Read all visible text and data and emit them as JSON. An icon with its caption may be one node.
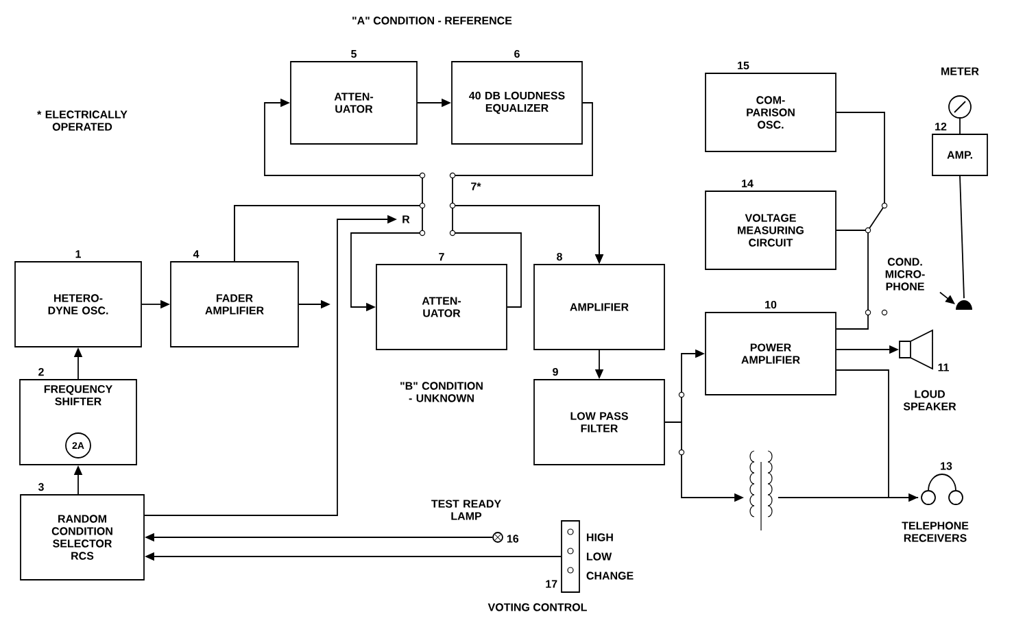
{
  "diagram": {
    "nodes": [
      {
        "text": [
          "HETERO- DYNE OSC."
        ],
        "beside": [
          "1"
        ]
      },
      {
        "text": [
          "FREQUENCY SHIFTER"
        ],
        "beside": [
          "2"
        ]
      },
      {
        "text": [
          "2A"
        ],
        "in": 1
      },
      {
        "text": [
          "RANDOM CONDITION SELECTOR RCS"
        ],
        "beside": [
          "3"
        ]
      },
      {
        "text": [
          "FADER AMPLIFIER"
        ],
        "beside": [
          "4"
        ]
      },
      {
        "text": [
          "ATTEN- UATOR"
        ],
        "beside": [
          "5"
        ]
      },
      {
        "text": [
          "40 DB LOUDNESS EQUALIZER"
        ],
        "beside": [
          "6"
        ]
      },
      {
        "text": [
          "ATTEN- UATOR"
        ],
        "beside": [
          "7"
        ]
      },
      {
        "text": [
          "AMPLIFIER"
        ],
        "beside": [
          "8"
        ]
      },
      {
        "text": [
          "LOW PASS FILTER"
        ],
        "beside": [
          "9"
        ]
      },
      {
        "text": [
          "COM- PARISON OSC."
        ],
        "beside": [
          "15"
        ]
      },
      {
        "text": [
          "VOLTAGE MEASURING CIRCUIT"
        ],
        "beside": [
          "14"
        ]
      },
      {
        "text": [
          "AMP."
        ],
        "beside": [
          "12"
        ]
      },
      {
        "text": [],
        "shape": "meter",
        "beside": [
          "METER"
        ]
      },
      {
        "text": [
          "POWER AMPLIFIER"
        ],
        "beside": [
          "10"
        ]
      },
      {
        "text": [],
        "shape": "speaker",
        "beside": [
          "11",
          "LOUD SPEAKER"
        ]
      },
      {
        "text": [],
        "shape": "microphone"
      },
      {
        "text": [
          "COND. MICRO- PHONE"
        ]
      },
      {
        "text": [],
        "shape": "headphones",
        "beside": [
          "13",
          "TELEPHONE RECEIVERS"
        ]
      },
      {
        "text": [],
        "shape": "transformer"
      },
      {
        "text": [],
        "shape": "lamp",
        "beside": [
          "TEST READY LAMP",
          "16"
        ]
      },
      {
        "text": [],
        "shape": "box",
        "beside": [
          "HIGH",
          "LOW",
          "CHANGE",
          "17",
          "VOTING CONTROL"
        ]
      },
      {
        "text": [
          "R"
        ]
      }
    ],
    "edges": [
      {
        "from": 0,
        "to": 4,
        "arrow": "to"
      },
      {
        "from": 1,
        "to": 0,
        "arrow": "to"
      },
      {
        "from": 3,
        "to": 1,
        "arrow": "to"
      },
      {
        "from": 4,
        "to": null,
        "arrow": "to"
      },
      {
        "from": 3,
        "to": 22,
        "arrow": "to"
      },
      {
        "from": 4,
        "to": 5,
        "arrow": "to"
      },
      {
        "from": 5,
        "to": 6,
        "arrow": "to"
      },
      {
        "from": 6,
        "to": 8,
        "arrow": "to"
      },
      {
        "from": 4,
        "to": 7,
        "arrow": "to"
      },
      {
        "from": 7,
        "to": 8,
        "arrow": "to"
      },
      {
        "from": 8,
        "to": 9,
        "arrow": "to"
      },
      {
        "from": 9,
        "to": 14,
        "arrow": "to"
      },
      {
        "from": 9,
        "to": 19,
        "arrow": "to"
      },
      {
        "from": 19,
        "to": 18,
        "arrow": "to"
      },
      {
        "from": 14,
        "to": 15,
        "arrow": "to"
      },
      {
        "from": 14,
        "to": 18,
        "arrow": "none"
      },
      {
        "from": 10,
        "to": 11,
        "arrow": "none"
      },
      {
        "from": 11,
        "to": 14,
        "arrow": "none"
      },
      {
        "from": 16,
        "to": 12,
        "arrow": "none"
      },
      {
        "from": 12,
        "to": 13,
        "arrow": "none"
      },
      {
        "from": 17,
        "to": 16,
        "arrow": "to"
      },
      {
        "from": 20,
        "to": 3,
        "arrow": "to"
      },
      {
        "from": 21,
        "to": 3,
        "arrow": "to"
      }
    ],
    "labels": [
      "\"A\" CONDITION - REFERENCE",
      "* ELECTRICALLY OPERATED",
      "7*",
      "\"B\" CONDITION - UNKNOWN"
    ]
  }
}
